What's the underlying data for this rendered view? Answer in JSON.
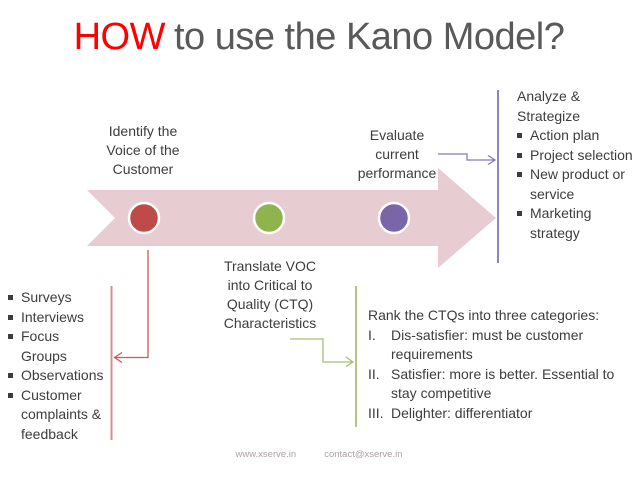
{
  "slide": {
    "title": {
      "highlight": "HOW",
      "rest": "to use the Kano Model?"
    },
    "process": {
      "step1": {
        "label": "Identify the\nVoice of the\nCustomer"
      },
      "step2": {
        "label": "Translate VOC\ninto Critical to\nQuality (CTQ)\nCharacteristics"
      },
      "step3": {
        "label": "Evaluate\ncurrent\nperformance"
      },
      "step4": {
        "heading": "Analyze &\nStrategize",
        "items": [
          "Action plan",
          "Project selection",
          "New product or service",
          "Marketing strategy"
        ]
      }
    },
    "voc_sources": {
      "items": [
        "Surveys",
        "Interviews",
        "Focus Groups",
        "Observations",
        "Customer complaints & feedback"
      ]
    },
    "ctq_ranking": {
      "heading": "Rank the CTQs into three categories:",
      "items": [
        {
          "numeral": "I.",
          "text": "Dis-satisfier: must be customer requirements"
        },
        {
          "numeral": "II.",
          "text": "Satisfier: more is better. Essential to stay competitive"
        },
        {
          "numeral": "III.",
          "text": "Delighter: differentiator"
        }
      ]
    },
    "footer": {
      "website": "www.xserve.in",
      "email": "contact@xserve.in"
    }
  },
  "colors": {
    "title_highlight": "#ff0000",
    "title_text": "#595959",
    "body_text": "#3d3d3d",
    "arrow_fill": "#e7cdd1",
    "step1_circle": "#bf4b48",
    "step2_circle": "#90b44d",
    "step3_circle": "#7965a8",
    "connector_red": "#c75b57",
    "border_red": "#d68f8d",
    "connector_green": "#a9bf74",
    "border_green": "#b2c780",
    "connector_purple": "#8a7ab5",
    "border_purple": "#9184be",
    "footer_text": "#aba3a3"
  }
}
